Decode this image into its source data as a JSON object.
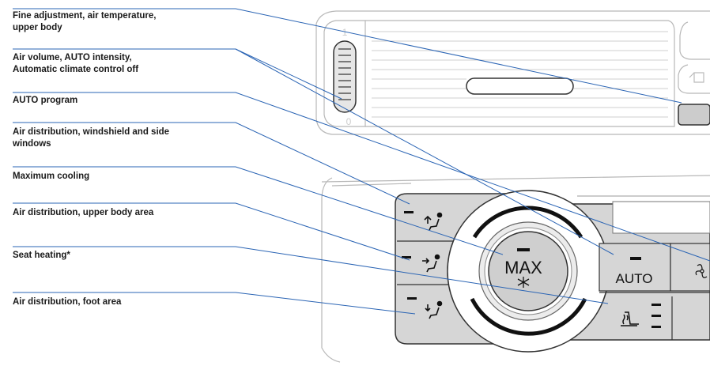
{
  "callouts": [
    {
      "line1": "Fine adjustment, air temperature,",
      "line2": "upper body"
    },
    {
      "line1": "Air volume, AUTO intensity,",
      "line2": "Automatic climate control off"
    },
    {
      "line1": "AUTO program",
      "line2": ""
    },
    {
      "line1": "Air distribution, windshield and side",
      "line2": "windows"
    },
    {
      "line1": "Maximum cooling",
      "line2": ""
    },
    {
      "line1": "Air distribution, upper body area",
      "line2": ""
    },
    {
      "line1": "Seat heating*",
      "line2": ""
    },
    {
      "line1": "Air distribution, foot area",
      "line2": ""
    }
  ],
  "panel": {
    "vent_scale_top": "1",
    "vent_scale_bottom": "0",
    "max_button": "MAX",
    "auto_button": "AUTO",
    "snowflake_icon": "snowflake-icon",
    "fan_icon": "fan-icon",
    "seat_heat_icon": "seat-heating-icon",
    "windshield_icon": "windshield-person-icon",
    "upper_body_icon": "upper-body-person-icon",
    "foot_icon": "foot-person-icon"
  },
  "colors": {
    "leader_line": "#2a64b4",
    "panel_line": "#b8b8b8",
    "button_fill": "#d8d8d8"
  }
}
